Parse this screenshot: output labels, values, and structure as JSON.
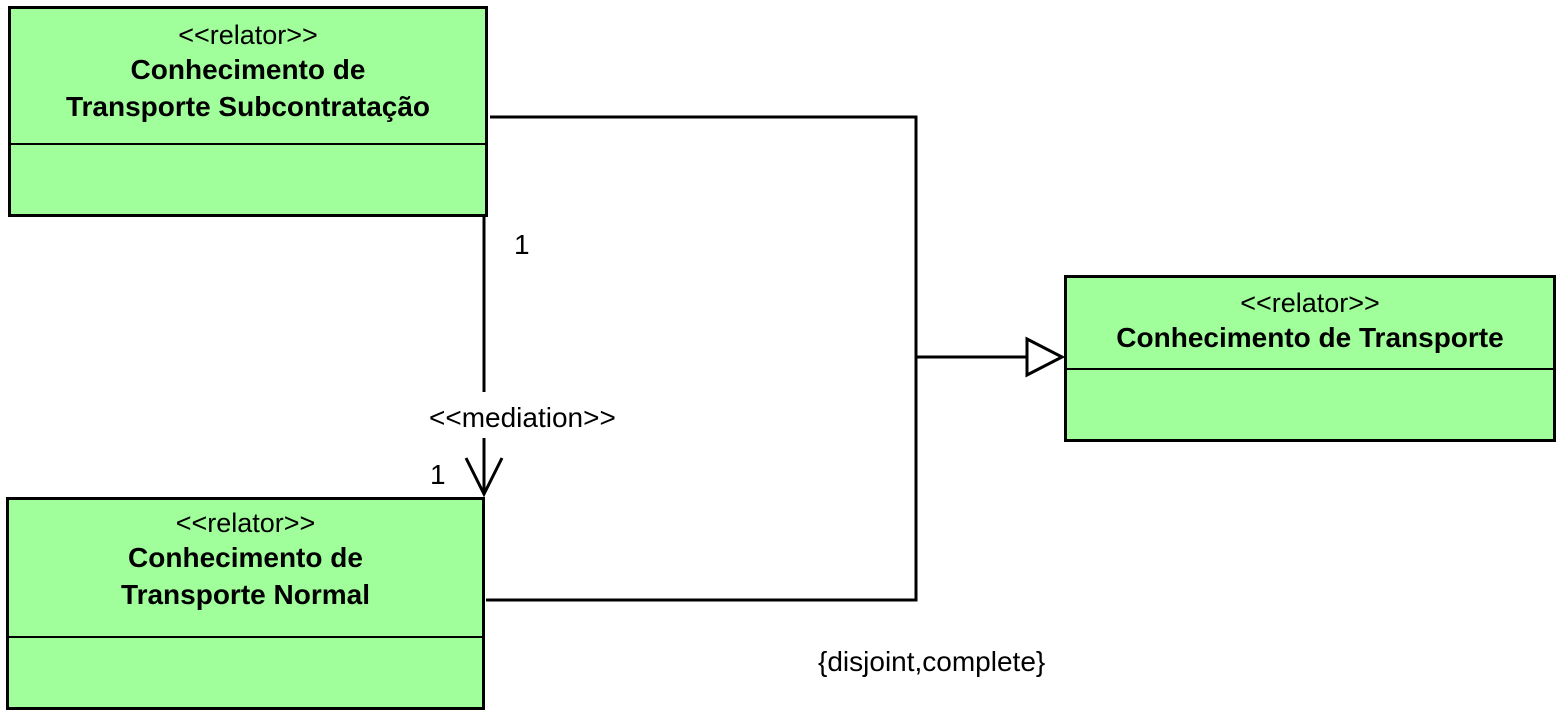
{
  "classes": {
    "subcontratacao": {
      "stereotype": "<<relator>>",
      "name_line1": "Conhecimento de",
      "name_line2": "Transporte Subcontratação"
    },
    "normal": {
      "stereotype": "<<relator>>",
      "name_line1": "Conhecimento de",
      "name_line2": "Transporte Normal"
    },
    "transporte": {
      "stereotype": "<<relator>>",
      "name_line1": "Conhecimento de Transporte"
    }
  },
  "mediation": {
    "stereotype": "<<mediation>>",
    "source_multiplicity": "1",
    "target_multiplicity": "1"
  },
  "generalization_set": {
    "constraint": "{disjoint,complete}"
  },
  "colors": {
    "class_fill": "#a0ff9a",
    "line": "#000000"
  }
}
